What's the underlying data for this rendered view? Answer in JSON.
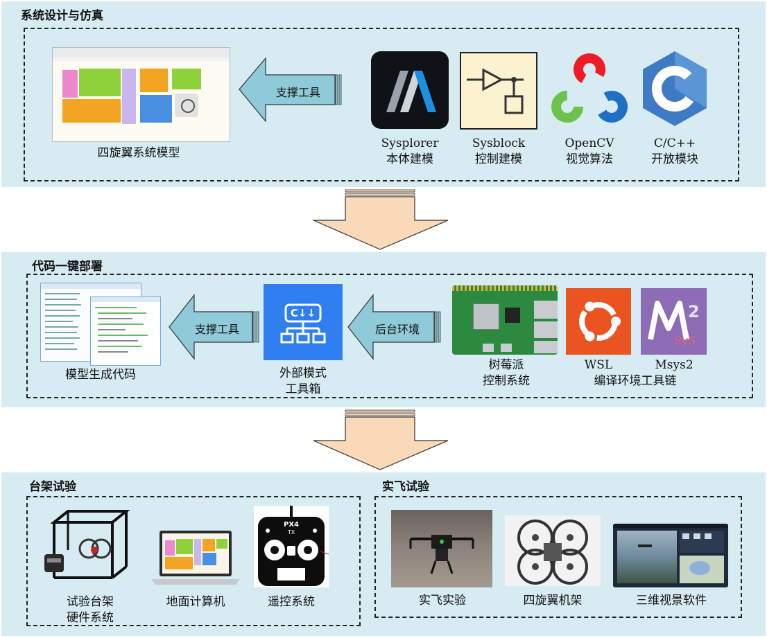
{
  "sections": {
    "design": {
      "title": "系统设计与仿真"
    },
    "deploy": {
      "title": "代码一键部署"
    },
    "bench": {
      "title": "台架试验"
    },
    "flight": {
      "title": "实飞试验"
    }
  },
  "design": {
    "model_label": "四旋翼系统模型",
    "arrow_label": "支撑工具",
    "tools": [
      {
        "name": "Sysplorer",
        "desc": "本体建模"
      },
      {
        "name": "Sysblock",
        "desc": "控制建模"
      },
      {
        "name": "OpenCV",
        "desc": "视觉算法"
      },
      {
        "name": "C/C++",
        "desc": "开放模块"
      }
    ]
  },
  "deploy": {
    "code_label": "模型生成代码",
    "arrow1_label": "支撑工具",
    "toolbox_label_1": "外部模式",
    "toolbox_label_2": "工具箱",
    "toolbox_icon_text": "C↓↓",
    "arrow2_label": "后台环境",
    "rpi_label_1": "树莓派",
    "rpi_label_2": "控制系统",
    "wsl_label": "WSL",
    "msys_label": "Msys2",
    "toolchain_label": "编译环境工具链",
    "msys_sub": "SyS"
  },
  "bench": {
    "items": [
      {
        "l1": "试验台架",
        "l2": "硬件系统"
      },
      {
        "l1": "地面计算机",
        "l2": ""
      },
      {
        "l1": "遥控系统",
        "l2": ""
      }
    ],
    "rc_brand": "PX4",
    "rc_tx": "TX"
  },
  "flight": {
    "items": [
      {
        "l1": "实飞实验"
      },
      {
        "l1": "四旋翼机架"
      },
      {
        "l1": "三维视景软件"
      }
    ]
  },
  "colors": {
    "panel": "#d6ebf2",
    "arrow_fill": "#8ecad8",
    "down_arrow": "#f9d9b8"
  }
}
